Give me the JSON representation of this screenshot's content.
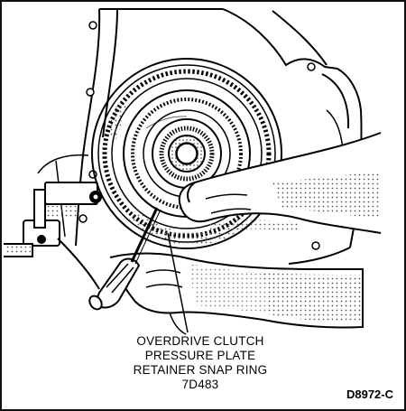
{
  "callout": {
    "line1": "OVERDRIVE CLUTCH",
    "line2": "PRESSURE PLATE",
    "line3": "RETAINER SNAP RING",
    "part_number": "7D483"
  },
  "figure_id": "D8972-C",
  "colors": {
    "ink": "#000000",
    "paper": "#ffffff",
    "shade": "#9a9a9a"
  }
}
